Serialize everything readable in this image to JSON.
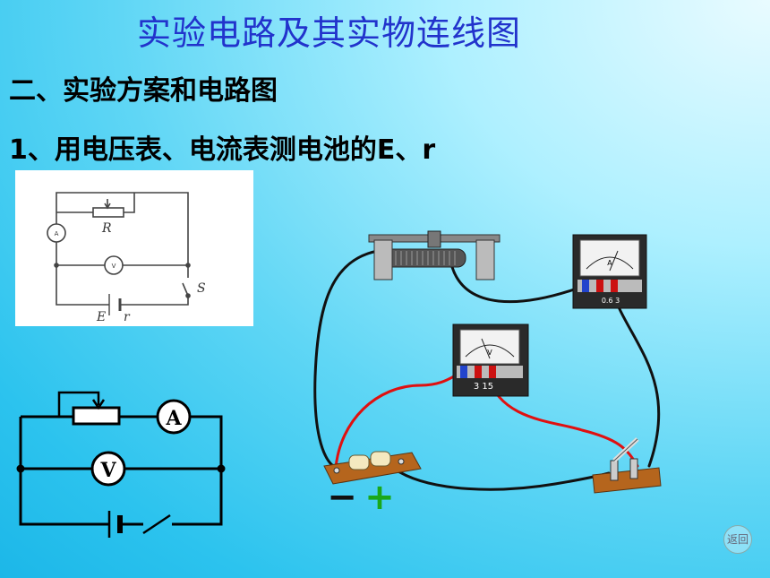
{
  "slide": {
    "title": "实验电路及其实物连线图",
    "section_heading": "二、实验方案和电路图",
    "subheading": "1、用电压表、电流表测电池的E、r"
  },
  "schematic_small": {
    "ammeter_symbol": "A",
    "voltmeter_symbol": "V",
    "rheostat_label": "R",
    "switch_label": "S",
    "emf_label": "E",
    "resistance_label": "r"
  },
  "schematic_large": {
    "ammeter_symbol": "A",
    "voltmeter_symbol": "V"
  },
  "physical": {
    "ammeter_letter": "A",
    "ammeter_scale": "0.6  3",
    "voltmeter_letter": "V",
    "voltmeter_scale": "3  15",
    "battery_negative": "−",
    "battery_positive": "+",
    "colors": {
      "red_wire": "#e01010",
      "black_wire": "#111111",
      "negative_sign": "#111111",
      "positive_sign": "#1aa81a"
    }
  },
  "nav": {
    "back_label": "返回"
  }
}
